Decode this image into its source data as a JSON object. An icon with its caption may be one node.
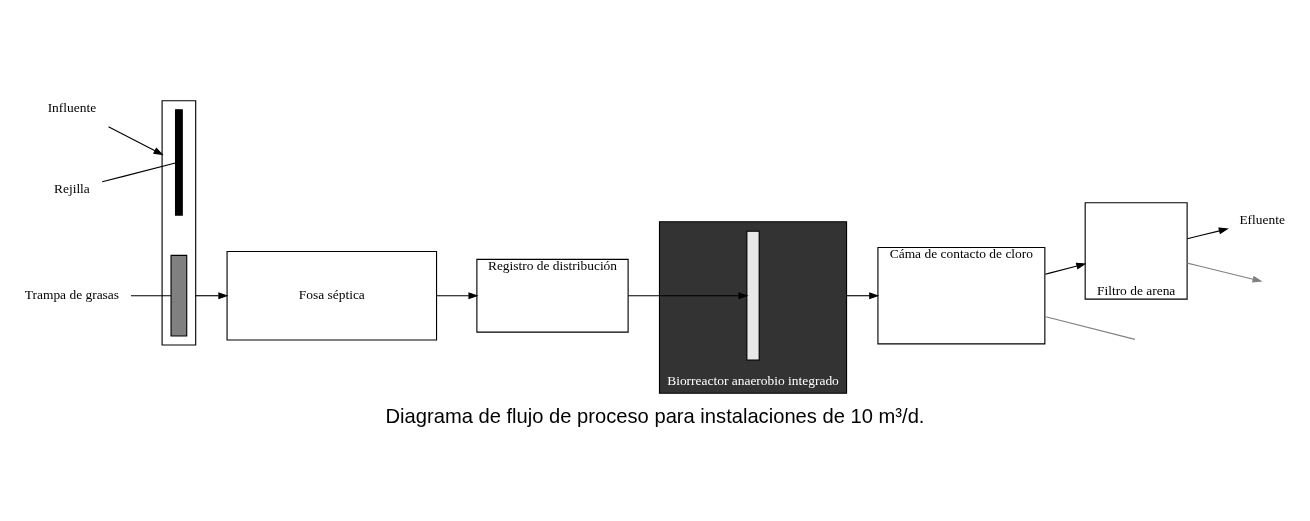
{
  "diagram": {
    "caption": "Diagrama de flujo de proceso para instalaciones de 10 m³/d.",
    "nodes": [
      {
        "text": [
          "Influente"
        ]
      },
      {
        "text": [],
        "shape": "box"
      },
      {
        "text": [],
        "shape": "bar",
        "in": 1
      },
      {
        "text": [],
        "shape": "bar",
        "in": 1
      },
      {
        "text": [
          "Rejilla"
        ]
      },
      {
        "text": [
          "Trampa de grasas"
        ]
      },
      {
        "text": [
          "Fosa séptica"
        ]
      },
      {
        "text": [
          "Registro de distribución"
        ]
      },
      {
        "text": [
          "Biorreactor anaerobio integrado"
        ]
      },
      {
        "text": [],
        "shape": "bar",
        "in": 8
      },
      {
        "text": [
          "Cáma de contacto de cloro"
        ]
      },
      {
        "text": [
          "Filtro de arena"
        ]
      },
      {
        "text": [
          "Efluente"
        ]
      }
    ],
    "edges": [
      {
        "from": 0,
        "to": 1,
        "arrow": "to"
      },
      {
        "from": 1,
        "to": 6,
        "arrow": "to"
      },
      {
        "from": 6,
        "to": 7,
        "arrow": "to"
      },
      {
        "from": 7,
        "to": 9,
        "arrow": "to"
      },
      {
        "from": 8,
        "to": 10,
        "arrow": "to"
      },
      {
        "from": 10,
        "to": 11,
        "arrow": "to"
      },
      {
        "from": 11,
        "to": 12,
        "arrow": "to"
      },
      {
        "from": 4,
        "to": 2,
        "arrow": "none"
      },
      {
        "from": 5,
        "to": 3,
        "arrow": "none"
      },
      {
        "from": 10,
        "to": null,
        "arrow": "none",
        "color": "#808080"
      },
      {
        "from": 11,
        "to": null,
        "arrow": "to",
        "color": "#808080"
      }
    ]
  }
}
